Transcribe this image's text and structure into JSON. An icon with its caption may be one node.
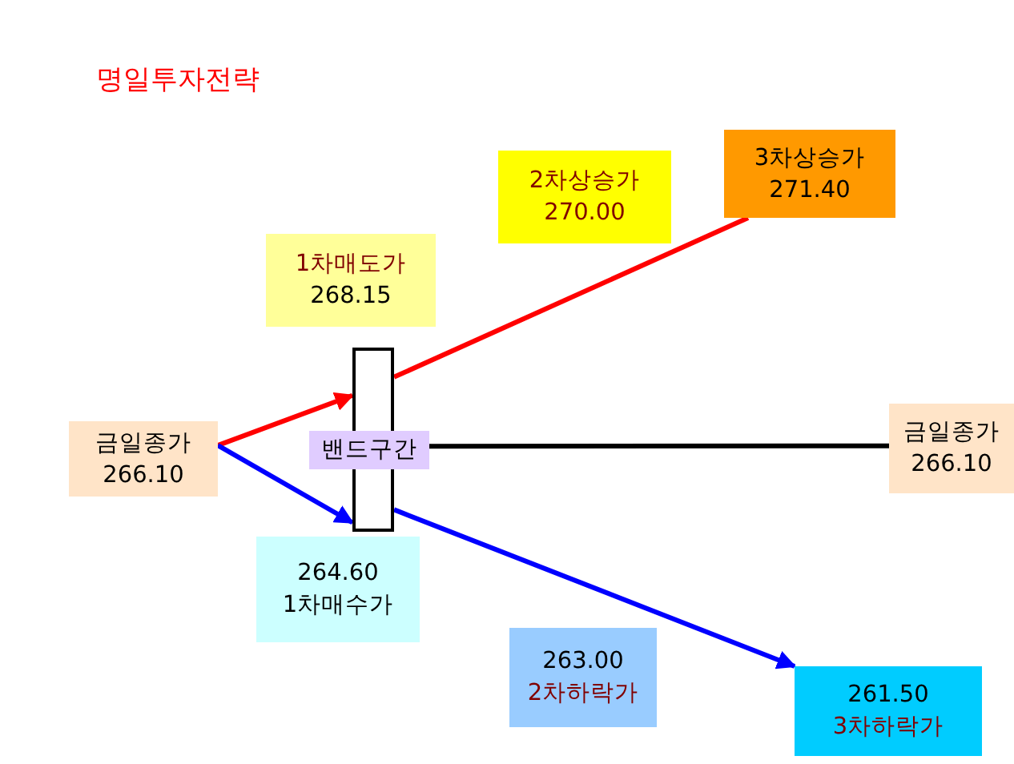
{
  "diagram": {
    "title": "명일투자전략",
    "nodes": [
      {
        "text": [
          "금일종가",
          "266.10"
        ]
      },
      {
        "text": [],
        "shape": "box"
      },
      {
        "text": [
          "밴드구간"
        ]
      },
      {
        "text": [
          "1차매도가",
          "268.15"
        ]
      },
      {
        "text": [
          "2차상승가",
          "270.00"
        ]
      },
      {
        "text": [
          "3차상승가",
          "271.40"
        ]
      },
      {
        "text": [
          "금일종가",
          "266.10"
        ]
      },
      {
        "text": [
          "264.60",
          "1차매수가"
        ]
      },
      {
        "text": [
          "263.00",
          "2차하락가"
        ]
      },
      {
        "text": [
          "261.50",
          "3차하락가"
        ]
      }
    ],
    "edges": [
      {
        "from": 0,
        "to": 1,
        "arrow": "to",
        "color": "#ff0000"
      },
      {
        "from": 0,
        "to": 1,
        "arrow": "to",
        "color": "#0000ff"
      },
      {
        "from": 1,
        "to": 5,
        "arrow": "none",
        "color": "#ff0000"
      },
      {
        "from": 2,
        "to": 6,
        "arrow": "none",
        "color": "#000000"
      },
      {
        "from": 1,
        "to": 9,
        "arrow": "to",
        "color": "#0000ff"
      }
    ]
  }
}
